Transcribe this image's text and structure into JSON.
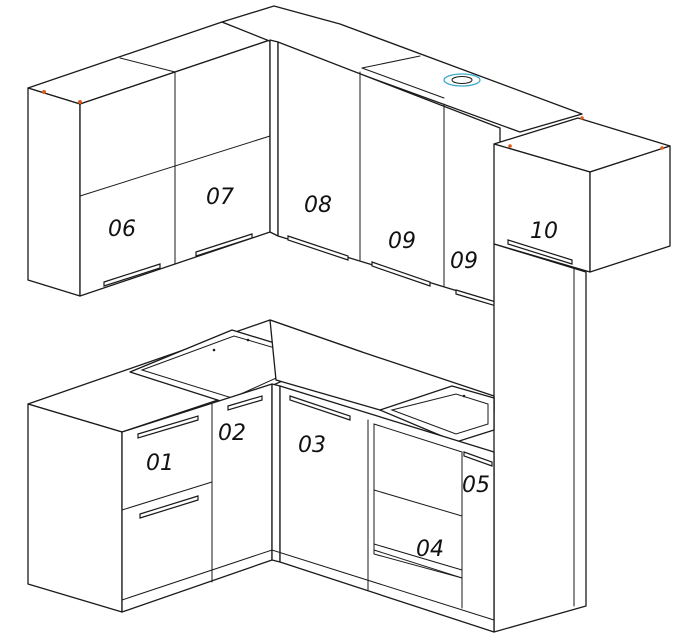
{
  "colors": {
    "line": "#1a1a1a",
    "marker": "#e05a1e",
    "accent": "#3aa9c9",
    "background": "#ffffff"
  },
  "modules": [
    {
      "id": "06",
      "label": "06"
    },
    {
      "id": "07",
      "label": "07"
    },
    {
      "id": "08",
      "label": "08"
    },
    {
      "id": "09a",
      "label": "09"
    },
    {
      "id": "09b",
      "label": "09"
    },
    {
      "id": "10",
      "label": "10"
    },
    {
      "id": "01",
      "label": "01"
    },
    {
      "id": "02",
      "label": "02"
    },
    {
      "id": "03",
      "label": "03"
    },
    {
      "id": "04",
      "label": "04"
    },
    {
      "id": "05",
      "label": "05"
    }
  ]
}
